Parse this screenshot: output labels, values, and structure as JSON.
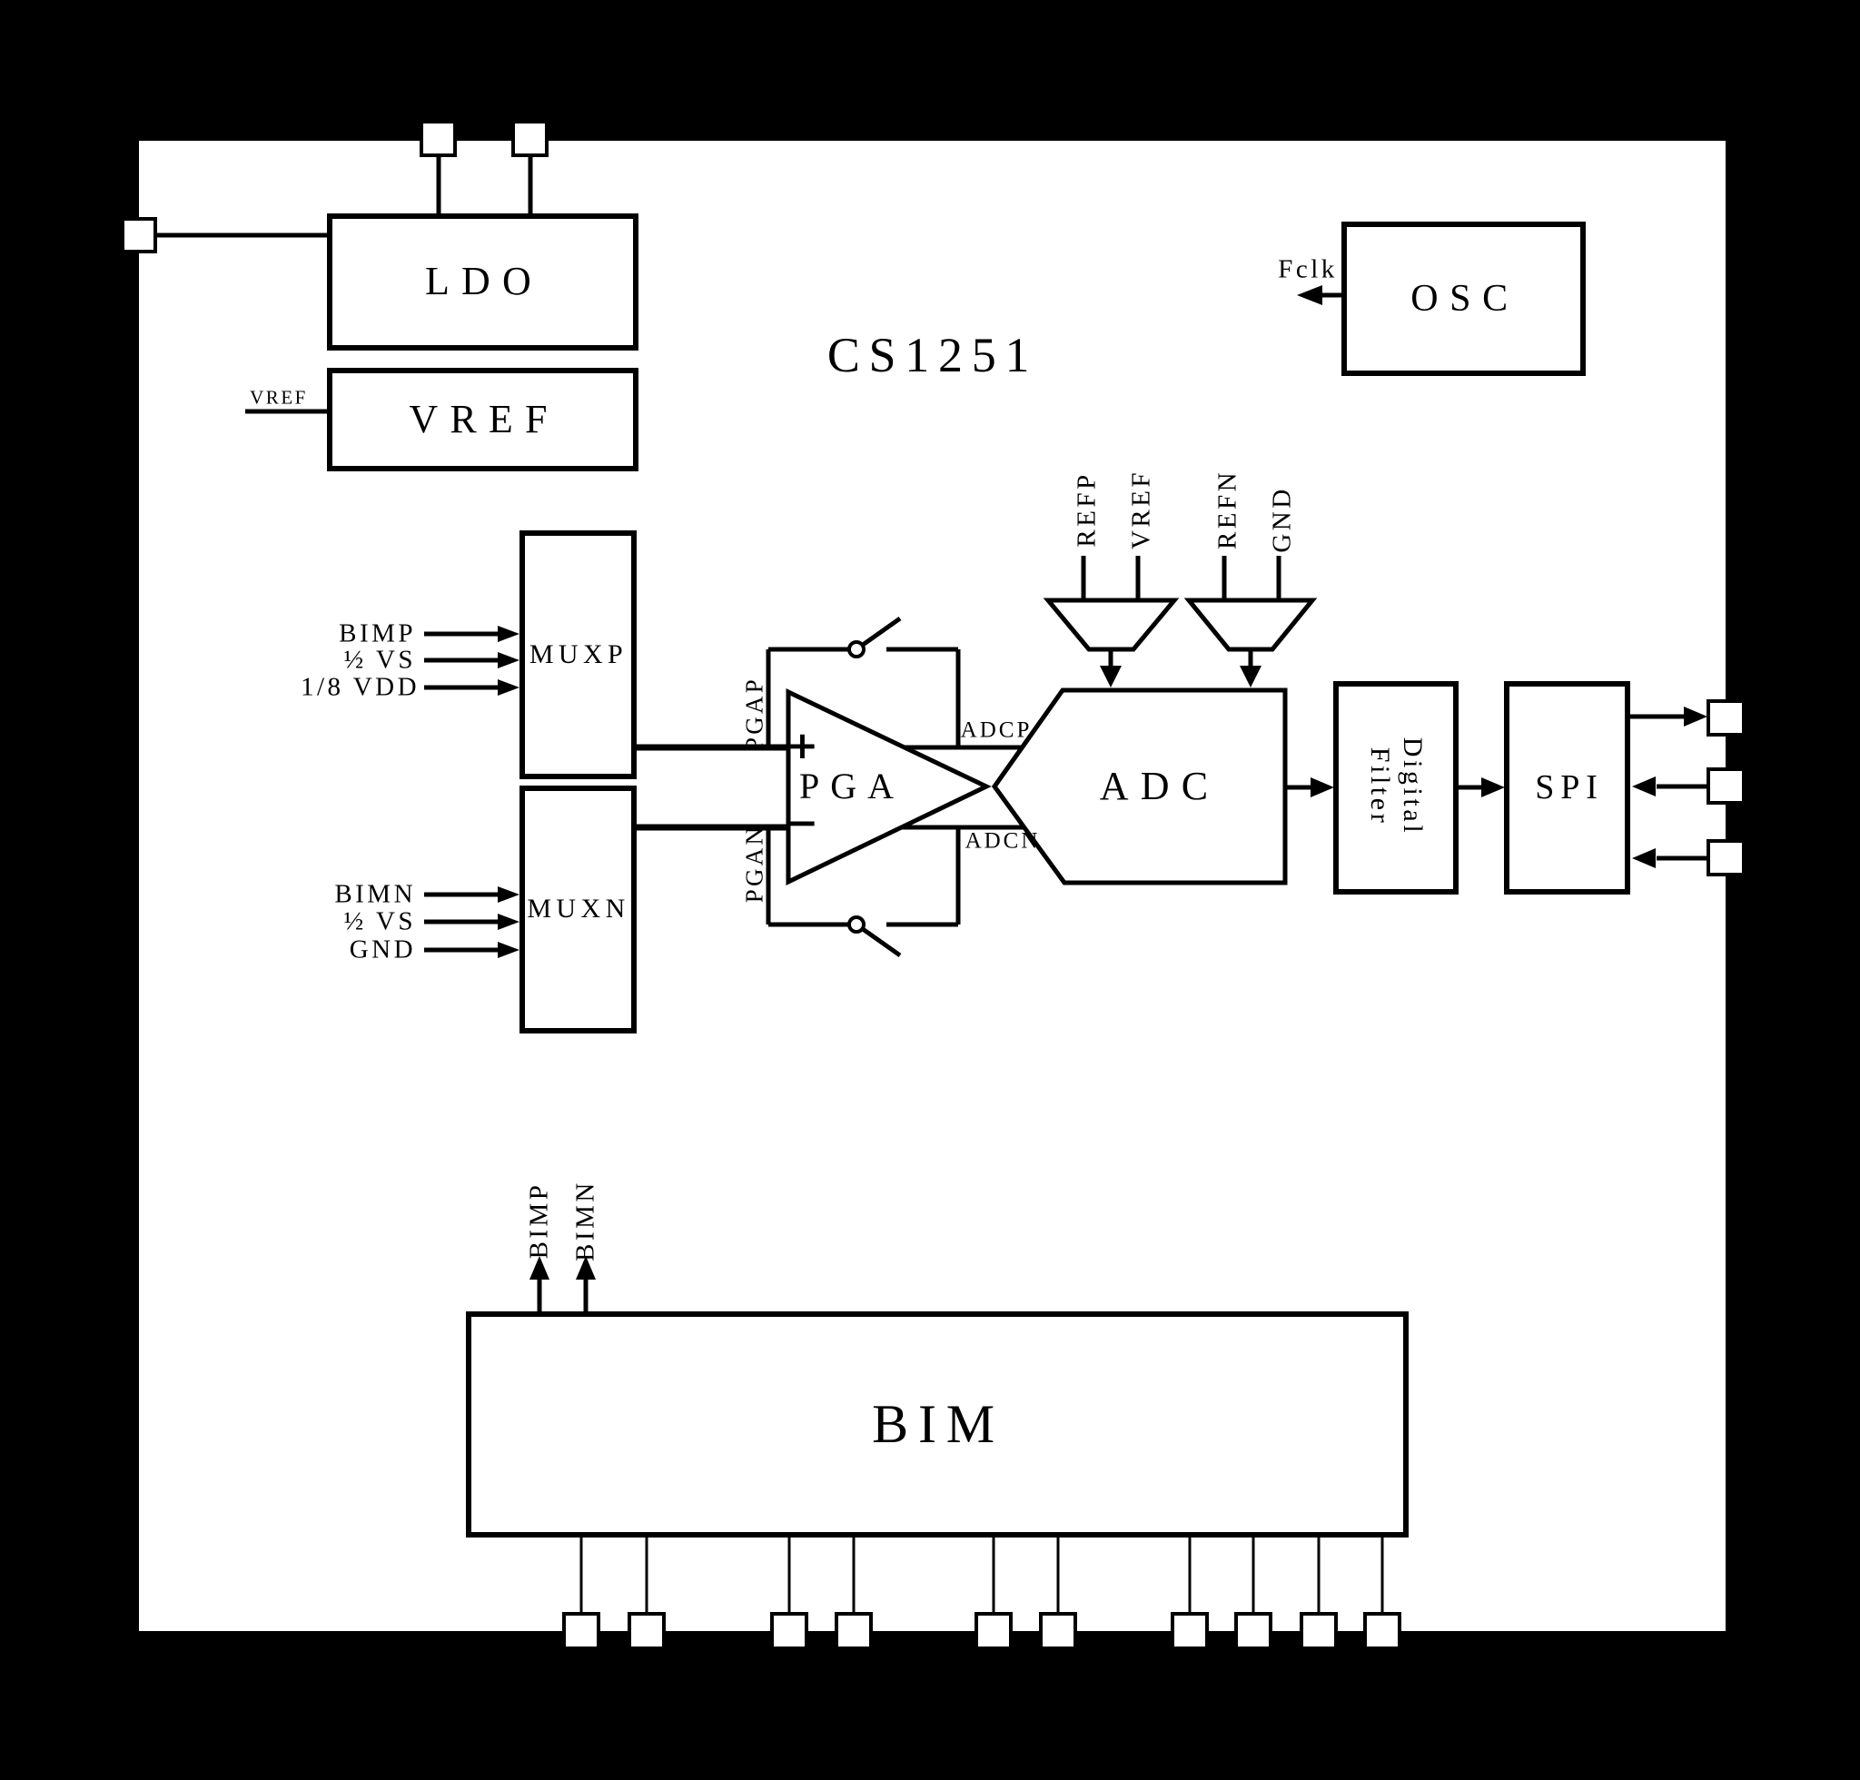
{
  "title": "CS1251",
  "blocks": {
    "ldo": "LDO",
    "vref": "VREF",
    "osc": "OSC",
    "muxp": "MUXP",
    "muxn": "MUXN",
    "pga": "PGA",
    "adc": "ADC",
    "digital_filter_line1": "Digital",
    "digital_filter_line2": "Filter",
    "spi": "SPI",
    "bim": "BIM"
  },
  "signals": {
    "vref_input": "VREF",
    "osc_output": "Fclk",
    "muxp_inputs": [
      "BIMP",
      "½ VS",
      "1/8 VDD"
    ],
    "muxn_inputs": [
      "BIMN",
      "½ VS",
      "GND"
    ],
    "pga": {
      "pos": "+",
      "neg": "−",
      "in_p": "PGAP",
      "in_n": "PGAN",
      "out_p": "ADCP",
      "out_n": "ADCN"
    },
    "ref_inputs": [
      "REFP",
      "VREF",
      "REFN",
      "GND"
    ],
    "bim_outputs": [
      "BIMP",
      "BIMN"
    ]
  },
  "colors": {
    "background": "#000000",
    "chip": "#ffffff",
    "ink": "#000000"
  }
}
